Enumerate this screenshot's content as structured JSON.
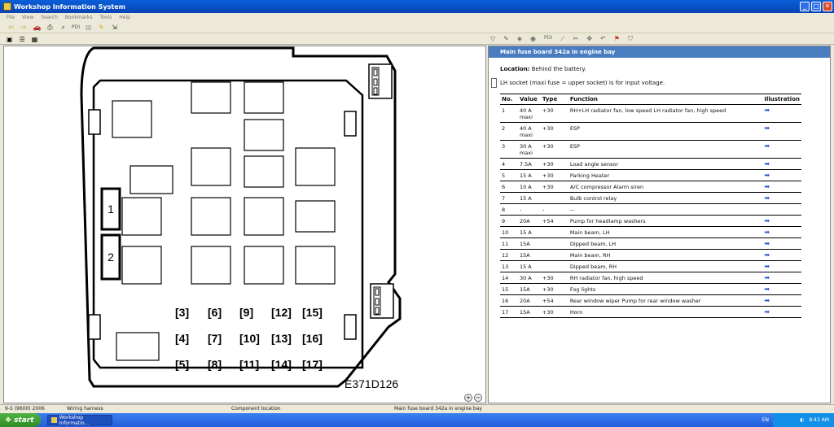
{
  "window": {
    "title": "Workshop Information System"
  },
  "menu": [
    "File",
    "View",
    "Search",
    "Bookmarks",
    "Tools",
    "Help"
  ],
  "toolbar": {
    "pdi_label": "PDI",
    "pdi2_label": "PDI"
  },
  "diagram": {
    "code": "E371D126",
    "large_labels": [
      "1",
      "2"
    ],
    "small_fuses": [
      "3",
      "6",
      "9",
      "12",
      "15",
      "4",
      "7",
      "10",
      "13",
      "16",
      "5",
      "8",
      "11",
      "14",
      "17"
    ]
  },
  "doc": {
    "header": "Main fuse board 342a in engine bay",
    "location_label": "Location:",
    "location_text": "Behind the battery.",
    "note": "LH socket (maxi fuse = upper socket) is for input voltage.",
    "columns": [
      "No.",
      "Value",
      "Type",
      "Function",
      "Illustration"
    ],
    "rows": [
      {
        "no": "1",
        "value": "40 A maxi",
        "type": "+30",
        "function": "RH+LH radiator fan, low speed LH radiator fan, high speed",
        "ill": "➡"
      },
      {
        "no": "2",
        "value": "40 A maxi",
        "type": "+30",
        "function": "ESP",
        "ill": "➡"
      },
      {
        "no": "3",
        "value": "30 A maxi",
        "type": "+30",
        "function": "ESP",
        "ill": "➡"
      },
      {
        "no": "4",
        "value": "7.5A",
        "type": "+30",
        "function": "Load angle sensor",
        "ill": "➡"
      },
      {
        "no": "5",
        "value": "15 A",
        "type": "+30",
        "function": "Parking Heater",
        "ill": "➡"
      },
      {
        "no": "6",
        "value": "10 A",
        "type": "+30",
        "function": "A/C compressor Alarm siren",
        "ill": "➡"
      },
      {
        "no": "7",
        "value": "15 A",
        "type": "",
        "function": "Bulb control relay",
        "ill": "➡"
      },
      {
        "no": "8",
        "value": "-",
        "type": "-",
        "function": "--",
        "ill": ""
      },
      {
        "no": "9",
        "value": "20A",
        "type": "+54",
        "function": "Pump for headlamp washers",
        "ill": "➡"
      },
      {
        "no": "10",
        "value": "15 A",
        "type": "",
        "function": "Main beam, LH",
        "ill": "➡"
      },
      {
        "no": "11",
        "value": "15A",
        "type": "",
        "function": "Dipped beam, LH",
        "ill": "➡"
      },
      {
        "no": "12",
        "value": "15A",
        "type": "",
        "function": "Main beam, RH",
        "ill": "➡"
      },
      {
        "no": "13",
        "value": "15 A",
        "type": "",
        "function": "Dipped beam, RH",
        "ill": "➡"
      },
      {
        "no": "14",
        "value": "30 A",
        "type": "+30",
        "function": "RH radiator fan, high speed",
        "ill": "➡"
      },
      {
        "no": "15",
        "value": "15A",
        "type": "+30",
        "function": "Fog lights",
        "ill": "➡"
      },
      {
        "no": "16",
        "value": "20A",
        "type": "+54",
        "function": "Rear window wiper Pump for rear window washer",
        "ill": "➡"
      },
      {
        "no": "17",
        "value": "15A",
        "type": "+30",
        "function": "Horn",
        "ill": "➡"
      }
    ]
  },
  "status": {
    "model": "9-5 (9600) 2006",
    "section": "Wiring harness",
    "subsection": "Component location",
    "page": "Main fuse board 342a in engine bay"
  },
  "taskbar": {
    "start_label": "start",
    "task_label": "Workshop Informatio...",
    "lang": "EN",
    "clock": "8:43 AM"
  },
  "colors": {
    "doc_header": "#4a7cc0",
    "arrow": "#1f4fd1",
    "titlebar": "#0a5fd8"
  }
}
